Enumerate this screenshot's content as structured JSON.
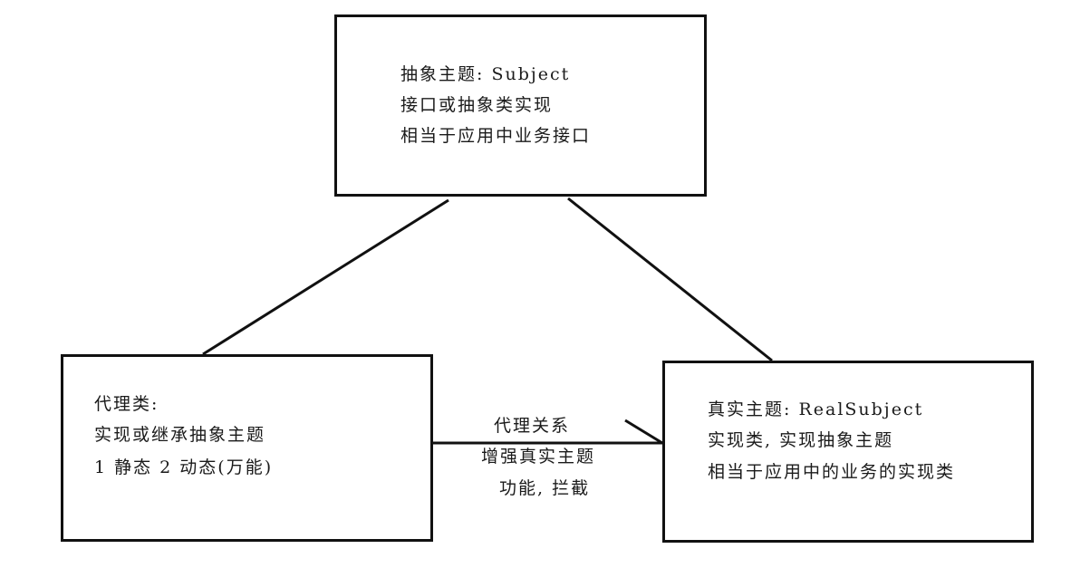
{
  "subject": {
    "lines": [
      "抽象主题: Subject",
      "接口或抽象类实现",
      "相当于应用中业务接口"
    ]
  },
  "proxy": {
    "lines": [
      "代理类:",
      "实现或继承抽象主题",
      "1 静态  2 动态(万能)"
    ]
  },
  "real_subject": {
    "lines": [
      "真实主题: RealSubject",
      "实现类, 实现抽象主题",
      "相当于应用中的业务的实现类"
    ]
  },
  "relation": {
    "lines": [
      "代理关系",
      "增强真实主题",
      "功能, 拦截"
    ]
  },
  "colors": {
    "stroke": "#111111",
    "text": "#1a1a1a",
    "background": "#ffffff"
  }
}
